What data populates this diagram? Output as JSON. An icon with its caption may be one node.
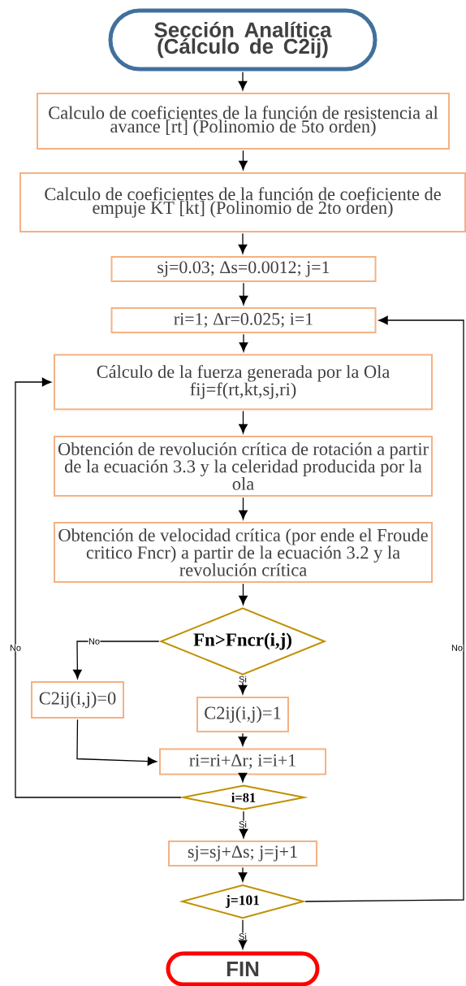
{
  "diagram": {
    "nodes": [
      {
        "text": [
          "Sección Analítica (Cálculo de C2ij)"
        ]
      },
      {
        "text": [
          "Calculo de coeficientes de la función de resistencia al avance [rt] (Polinomio de 5to orden)"
        ]
      },
      {
        "text": [
          "Calculo de coeficientes de la función de coeficiente de empuje KT [kt] (Polinomio de 2to orden)"
        ]
      },
      {
        "text": [
          "sj=0.03; Δs=0.0012; j=1"
        ]
      },
      {
        "text": [
          "ri=1; Δr=0.025; i=1"
        ]
      },
      {
        "text": [
          "Cálculo de la fuerza generada por la Ola fij=f(rt,kt,sj,ri)"
        ]
      },
      {
        "text": [
          "Obtención de revolución crítica de rotación a partir de la ecuación 3.3 y la celeridad producida por la ola"
        ]
      },
      {
        "text": [
          "Obtención de velocidad crítica (por ende el Froude critico Fncr) a partir de la ecuación 3.2 y la revolución crítica"
        ]
      },
      {
        "text": [
          "Fn>Fncr(i,j)"
        ]
      },
      {
        "text": [
          "C2ij(i,j)=0"
        ]
      },
      {
        "text": [
          "C2ij(i,j)=1"
        ]
      },
      {
        "text": [
          "ri=ri+Δr; i=i+1"
        ]
      },
      {
        "text": [
          "i=81"
        ]
      },
      {
        "text": [
          "sj=sj+Δs; j=j+1"
        ]
      },
      {
        "text": [
          "j=101"
        ]
      },
      {
        "text": [
          "FIN"
        ]
      }
    ],
    "edges": [
      {
        "from": 0,
        "to": 1,
        "arrow": "to"
      },
      {
        "from": 1,
        "to": 2,
        "arrow": "to"
      },
      {
        "from": 2,
        "to": 3,
        "arrow": "to"
      },
      {
        "from": 3,
        "to": 4,
        "arrow": "to"
      },
      {
        "from": 4,
        "to": 5,
        "arrow": "to"
      },
      {
        "from": 5,
        "to": 6,
        "arrow": "to"
      },
      {
        "from": 6,
        "to": 7,
        "arrow": "to"
      },
      {
        "from": 7,
        "to": 8,
        "arrow": "to"
      },
      {
        "from": 8,
        "to": 9,
        "arrow": "to",
        "label": "No"
      },
      {
        "from": 8,
        "to": 10,
        "arrow": "to",
        "label": "Si"
      },
      {
        "from": 9,
        "to": 11,
        "arrow": "to"
      },
      {
        "from": 10,
        "to": 11,
        "arrow": "to"
      },
      {
        "from": 11,
        "to": 12,
        "arrow": "to"
      },
      {
        "from": 12,
        "to": 5,
        "arrow": "to",
        "label": "No"
      },
      {
        "from": 12,
        "to": 13,
        "arrow": "to",
        "label": "Si"
      },
      {
        "from": 13,
        "to": 14,
        "arrow": "to"
      },
      {
        "from": 14,
        "to": 4,
        "arrow": "to",
        "label": "No"
      },
      {
        "from": 14,
        "to": 15,
        "arrow": "to",
        "label": "Si"
      }
    ]
  }
}
